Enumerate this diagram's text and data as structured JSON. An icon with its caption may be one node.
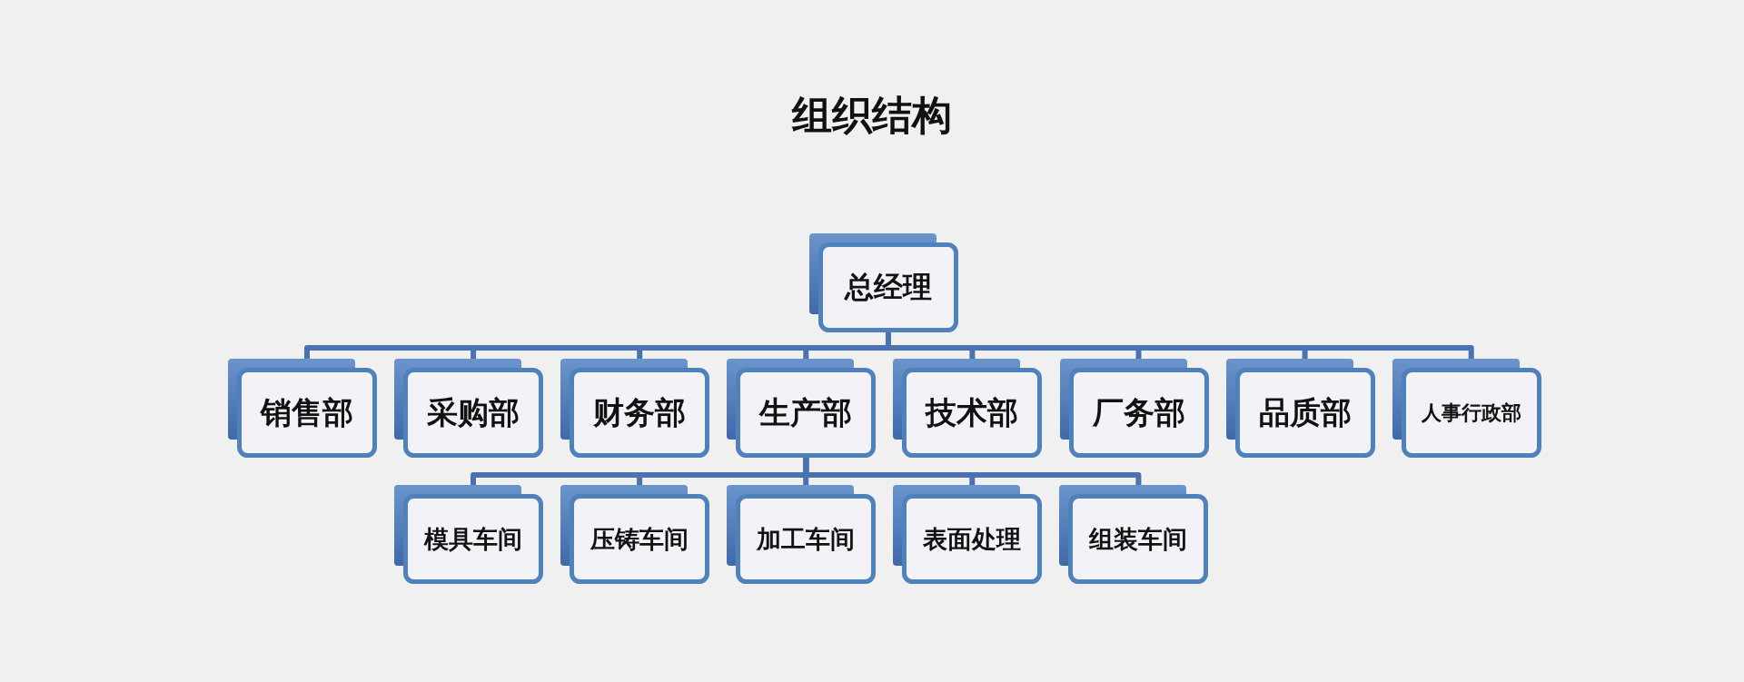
{
  "diagram": {
    "title": "组织结构",
    "nodes": [
      {
        "text": [
          "总经理"
        ]
      },
      {
        "text": [
          "销售部"
        ]
      },
      {
        "text": [
          "采购部"
        ]
      },
      {
        "text": [
          "财务部"
        ]
      },
      {
        "text": [
          "生产部"
        ]
      },
      {
        "text": [
          "技术部"
        ]
      },
      {
        "text": [
          "厂务部"
        ]
      },
      {
        "text": [
          "品质部"
        ]
      },
      {
        "text": [
          "人事行政部"
        ]
      },
      {
        "text": [
          "模具车间"
        ]
      },
      {
        "text": [
          "压铸车间"
        ]
      },
      {
        "text": [
          "加工车间"
        ]
      },
      {
        "text": [
          "表面处理"
        ]
      },
      {
        "text": [
          "组装车间"
        ]
      }
    ],
    "edges": [
      {
        "from": 0,
        "to": 1,
        "arrow": "none"
      },
      {
        "from": 0,
        "to": 2,
        "arrow": "none"
      },
      {
        "from": 0,
        "to": 3,
        "arrow": "none"
      },
      {
        "from": 0,
        "to": 4,
        "arrow": "none"
      },
      {
        "from": 0,
        "to": 5,
        "arrow": "none"
      },
      {
        "from": 0,
        "to": 6,
        "arrow": "none"
      },
      {
        "from": 0,
        "to": 7,
        "arrow": "none"
      },
      {
        "from": 0,
        "to": 8,
        "arrow": "none"
      },
      {
        "from": 4,
        "to": 9,
        "arrow": "none"
      },
      {
        "from": 4,
        "to": 10,
        "arrow": "none"
      },
      {
        "from": 4,
        "to": 11,
        "arrow": "none"
      },
      {
        "from": 4,
        "to": 12,
        "arrow": "none"
      },
      {
        "from": 4,
        "to": 13,
        "arrow": "none"
      }
    ]
  }
}
